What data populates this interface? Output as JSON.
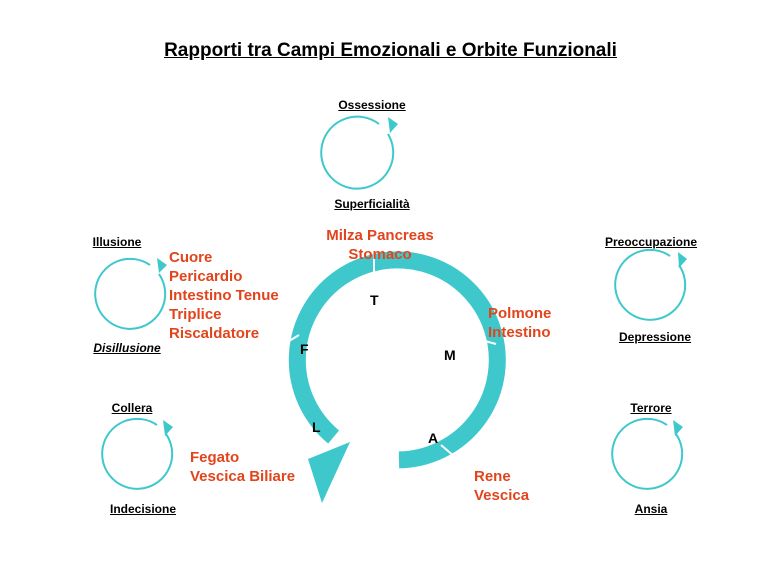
{
  "title": "Rapporti tra Campi Emozionali e Orbite Funzionali",
  "colors": {
    "ring": "#3ec8cc",
    "organ_text": "#e2441c",
    "label_text": "#000000"
  },
  "emotional_cycles": {
    "top": {
      "above": "Ossessione",
      "below": "Superficialità"
    },
    "upper_left": {
      "above": "Illusione",
      "below": "Disillusione"
    },
    "upper_right": {
      "above": "Preoccupazione",
      "below": "Depressione"
    },
    "lower_left": {
      "above": "Collera",
      "below": "Indecisione"
    },
    "lower_right": {
      "above": "Terrore",
      "below": "Ansia"
    }
  },
  "organs": {
    "top": [
      "Milza Pancreas",
      "Stomaco"
    ],
    "right": [
      "Polmone",
      "Intestino"
    ],
    "bottom_right": [
      "Rene",
      "Vescica"
    ],
    "bottom_left": [
      "Fegato",
      "Vescica Biliare"
    ],
    "left": [
      "Cuore",
      "Pericardio",
      "Intestino Tenue",
      "Triplice",
      "Riscaldatore"
    ]
  },
  "ring_letters": {
    "t": "T",
    "m": "M",
    "a": "A",
    "l": "L",
    "f": "F"
  }
}
